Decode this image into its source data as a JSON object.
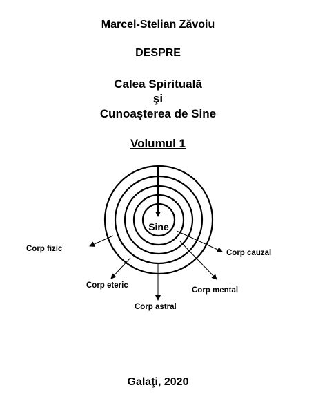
{
  "author": "Marcel-Stelian Zăvoiu",
  "heading": "DESPRE",
  "title": {
    "line1": "Calea Spirituală",
    "line2": "şi",
    "line3": "Cunoaşterea de Sine"
  },
  "volume": "Volumul 1",
  "diagram": {
    "center_label": "Sine",
    "layers": {
      "fizic": "Corp fizic",
      "eteric": "Corp eteric",
      "astral": "Corp astral",
      "mental": "Corp mental",
      "cauzal": "Corp cauzal"
    }
  },
  "footer": "Galaţi, 2020"
}
